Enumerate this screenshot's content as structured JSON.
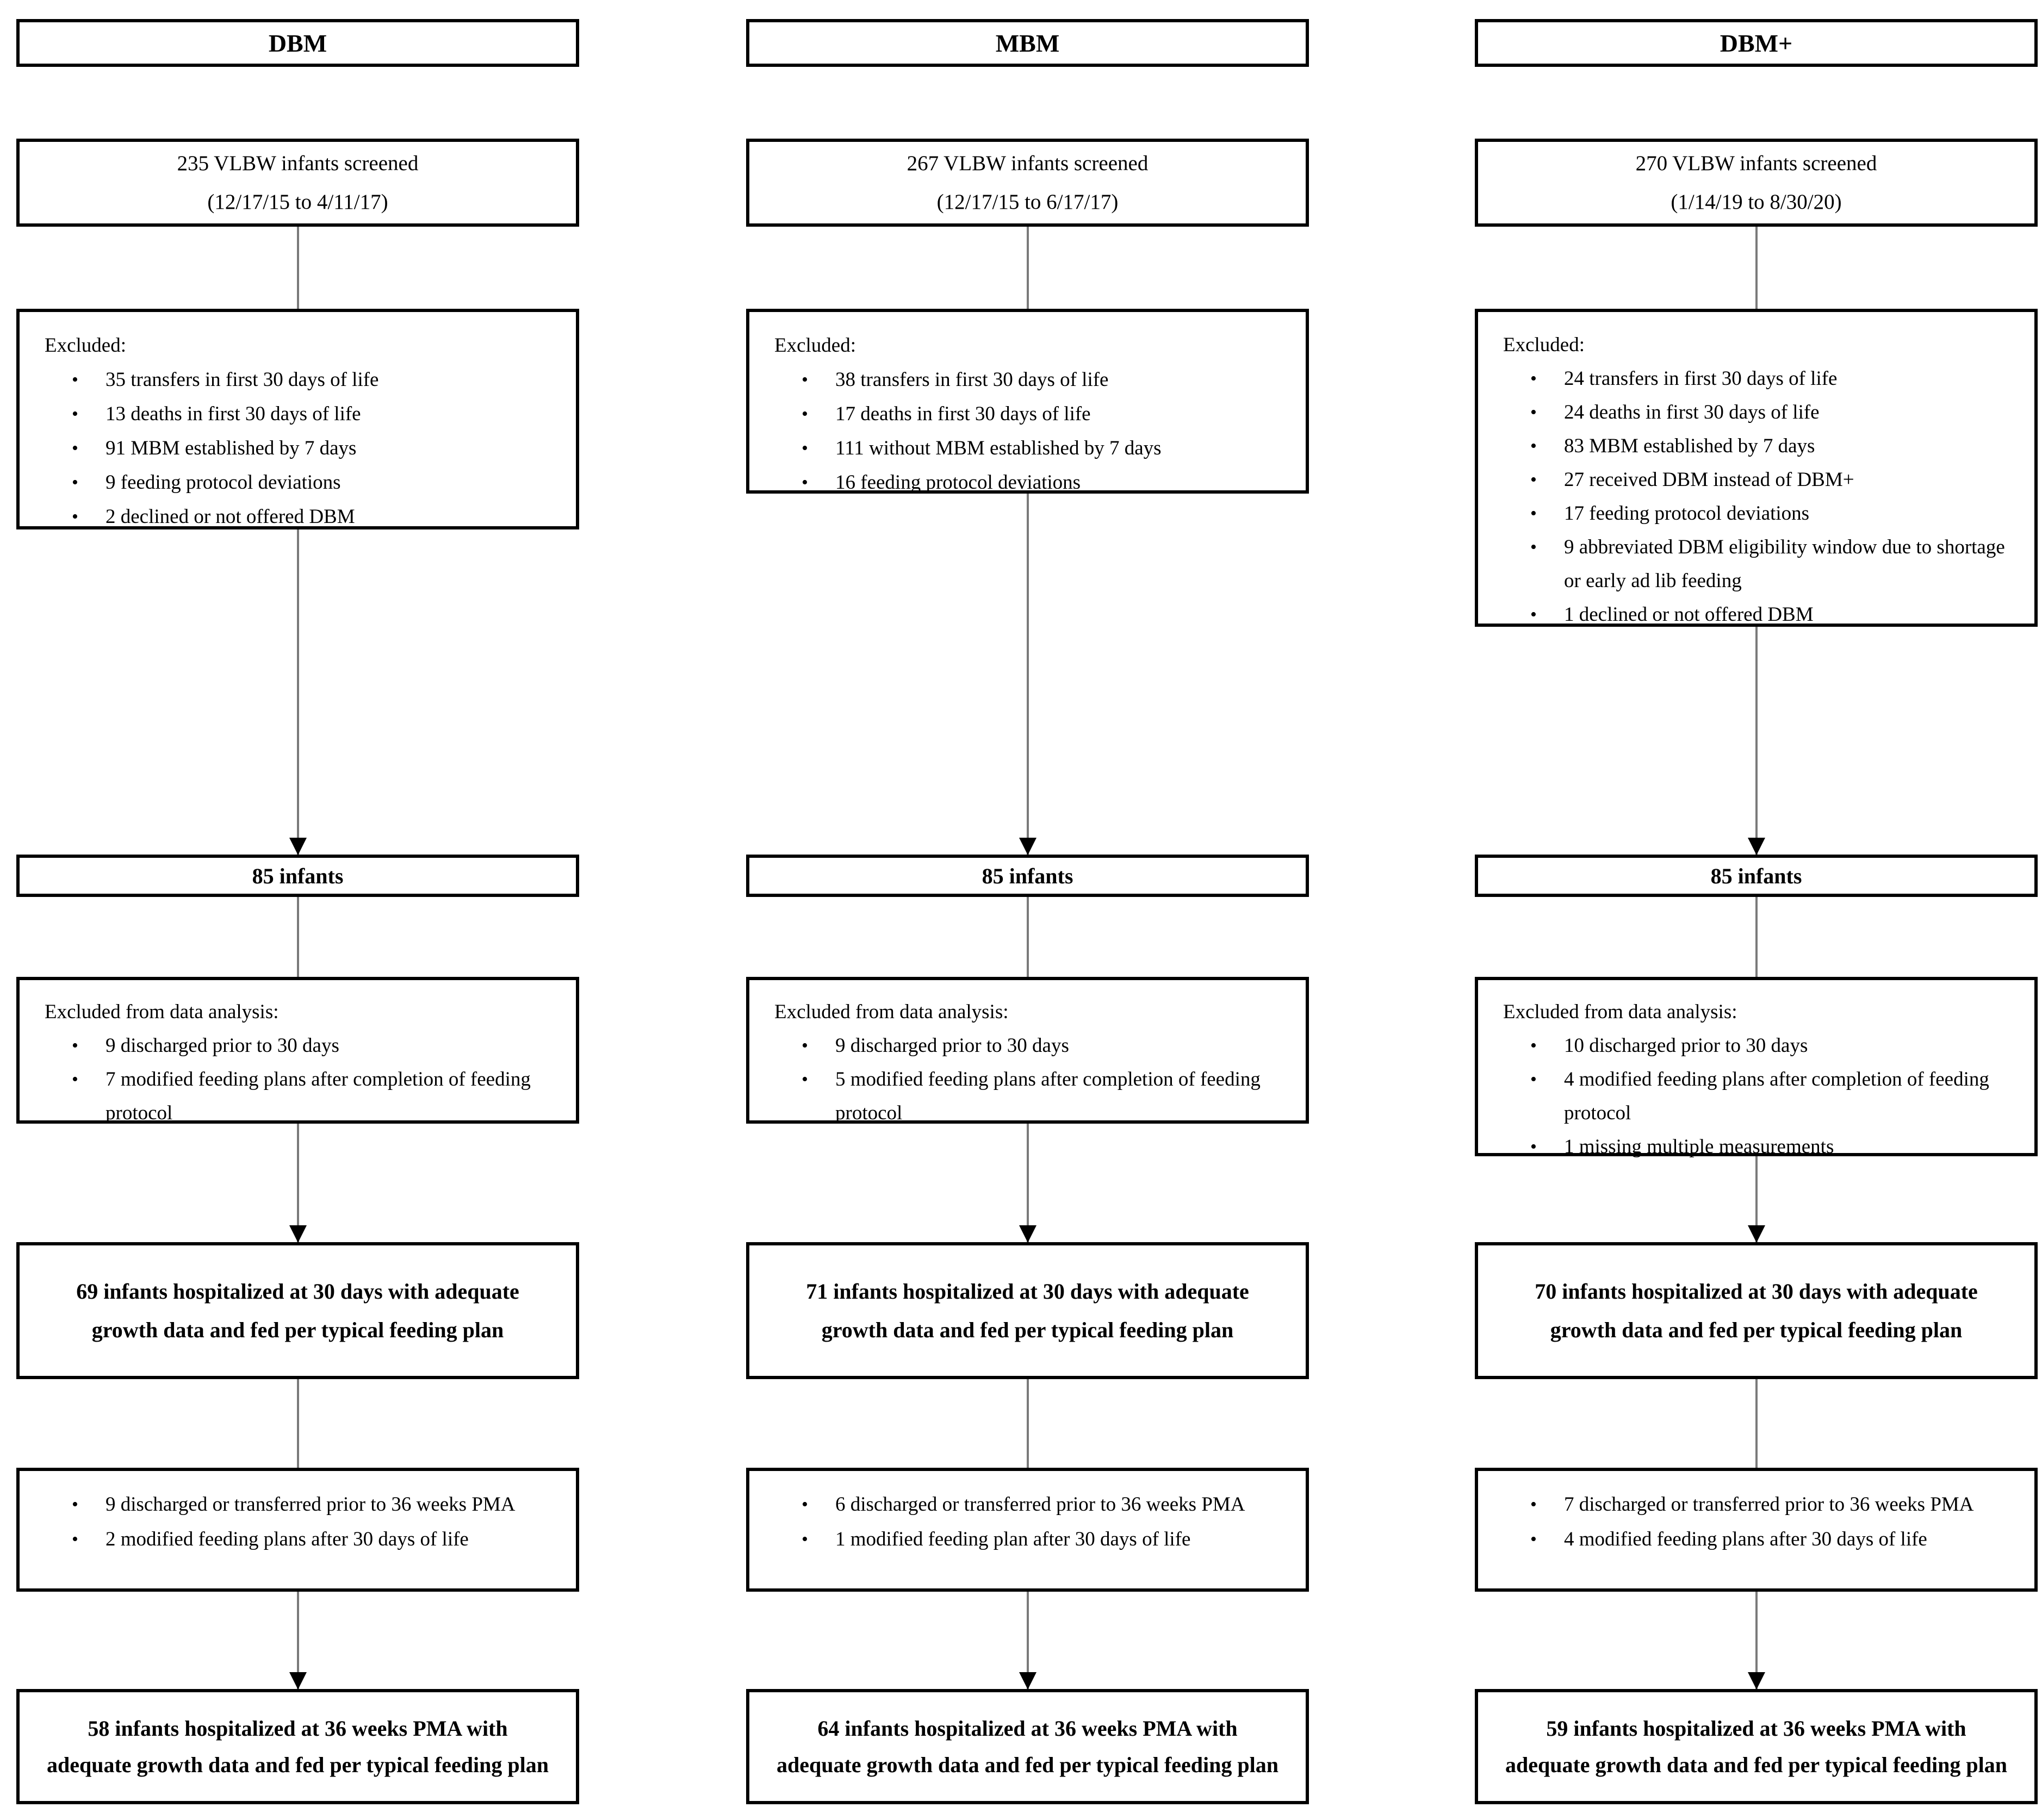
{
  "figure": {
    "type": "consort-flow-diagram",
    "description": "VLBW infant feeding study screening and attrition flow for three milk groups"
  },
  "colors": {
    "box_border": "#000000",
    "connector_line": "#7a7a7a",
    "arrowhead": "#000000",
    "text": "#000000",
    "background": "#ffffff"
  },
  "columns": [
    {
      "header": "DBM",
      "screened": {
        "line1": "235 VLBW infants screened",
        "line2": "(12/17/15 to 4/11/17)"
      },
      "excluded": {
        "title": "Excluded:",
        "items": [
          "35 transfers in first 30 days of life",
          "13 deaths in first 30 days of life",
          "91 MBM established by 7 days",
          "9 feeding protocol deviations",
          "2 declined or not offered DBM"
        ]
      },
      "enrolled": "85 infants",
      "analysis_excluded": {
        "title": "Excluded from data analysis:",
        "items": [
          "9 discharged prior to 30 days",
          "7 modified feeding plans after completion of feeding protocol"
        ]
      },
      "day30": "69 infants hospitalized at 30 days with adequate growth data and fed per typical feeding plan",
      "attrition36": {
        "items": [
          "9 discharged or transferred prior to 36 weeks PMA",
          "2 modified feeding plans after 30 days of life"
        ]
      },
      "week36": "58 infants hospitalized at 36 weeks PMA with adequate growth data and fed per typical feeding plan"
    },
    {
      "header": "MBM",
      "screened": {
        "line1": "267 VLBW infants screened",
        "line2": "(12/17/15 to 6/17/17)"
      },
      "excluded": {
        "title": "Excluded:",
        "items": [
          "38 transfers in first 30 days of life",
          "17 deaths in first 30 days of life",
          "111 without MBM established by 7 days",
          "16 feeding protocol deviations"
        ]
      },
      "enrolled": "85 infants",
      "analysis_excluded": {
        "title": "Excluded from data analysis:",
        "items": [
          "9 discharged prior to 30 days",
          "5 modified feeding plans after completion of feeding protocol"
        ]
      },
      "day30": "71 infants hospitalized at 30 days with adequate growth data and fed per typical feeding plan",
      "attrition36": {
        "items": [
          "6 discharged or transferred prior to 36 weeks PMA",
          "1 modified feeding plan after 30 days of life"
        ]
      },
      "week36": "64 infants hospitalized at 36 weeks PMA with adequate growth data and fed per typical feeding plan"
    },
    {
      "header": "DBM+",
      "screened": {
        "line1": "270 VLBW infants screened",
        "line2": "(1/14/19 to 8/30/20)"
      },
      "excluded": {
        "title": "Excluded:",
        "items": [
          "24 transfers in first 30 days of life",
          "24 deaths in first 30 days of life",
          "83 MBM established by 7 days",
          "27 received DBM instead of DBM+",
          "17 feeding protocol deviations",
          "9 abbreviated DBM eligibility window due to shortage or early ad lib feeding",
          "1 declined or not offered DBM"
        ]
      },
      "enrolled": "85 infants",
      "analysis_excluded": {
        "title": "Excluded from data analysis:",
        "items": [
          "10 discharged prior to 30 days",
          "4 modified feeding plans after completion of feeding protocol",
          "1 missing multiple measurements"
        ]
      },
      "day30": "70 infants hospitalized at 30 days with adequate growth data and fed per typical feeding plan",
      "attrition36": {
        "items": [
          "7 discharged or transferred prior to 36 weeks PMA",
          "4 modified feeding plans after 30 days of life"
        ]
      },
      "week36": "59 infants hospitalized at 36 weeks PMA with adequate growth data and fed per typical feeding plan"
    }
  ]
}
